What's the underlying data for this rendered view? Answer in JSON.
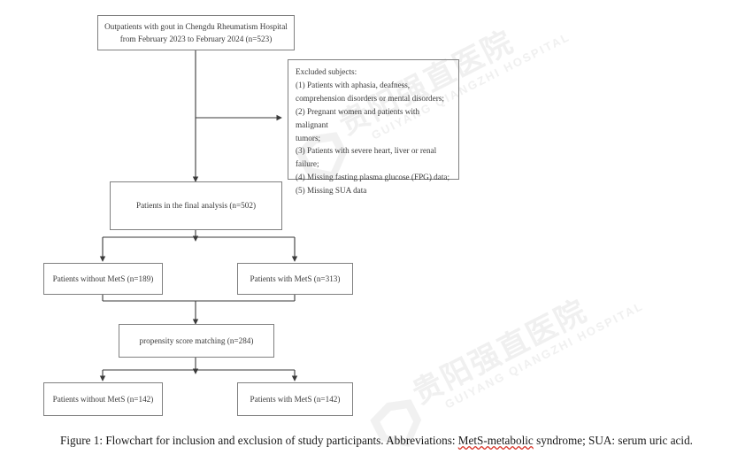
{
  "figure": {
    "caption_prefix": "Figure 1: Flowchart for inclusion and exclusion of study participants. Abbreviations: ",
    "caption_spellchecked": "MetS-metabolic",
    "caption_suffix": " syndrome; SUA: serum uric acid."
  },
  "watermark": {
    "chinese": "贵阳强直医院",
    "english": "GUIYANG QIANGZHI HOSPITAL"
  },
  "nodes": {
    "source": {
      "line1": "Outpatients with gout in Chengdu Rheumatism Hospital",
      "line2": "from February 2023 to February 2024 (n=523)"
    },
    "excluded": {
      "title": "Excluded subjects:",
      "item1a": "(1) Patients with aphasia, deafness,",
      "item1b": "comprehension disorders or mental disorders;",
      "item2a": "(2) Pregnant women and patients with malignant",
      "item2b": "tumors;",
      "item3a": "(3) Patients with severe heart, liver or renal",
      "item3b": "failure;",
      "item4": "(4) Missing fasting plasma glucose (FPG) data;",
      "item5": "(5) Missing SUA data"
    },
    "final_analysis": {
      "label": "Patients in the final analysis (n=502)"
    },
    "without_mets_pre": {
      "label": "Patients without MetS (n=189)"
    },
    "with_mets_pre": {
      "label": "Patients with MetS (n=313)"
    },
    "psm": {
      "label": "propensity score matching (n=284)"
    },
    "without_mets_post": {
      "label": "Patients without MetS (n=142)"
    },
    "with_mets_post": {
      "label": "Patients with MetS (n=142)"
    }
  },
  "colors": {
    "box_border": "#808080",
    "connector": "#3a3a3a",
    "text": "#3a3a3a",
    "caption_text": "#1a1a1a",
    "spellcheck_underline": "#d8352a",
    "watermark": "#f0f0f0",
    "background": "#ffffff"
  }
}
